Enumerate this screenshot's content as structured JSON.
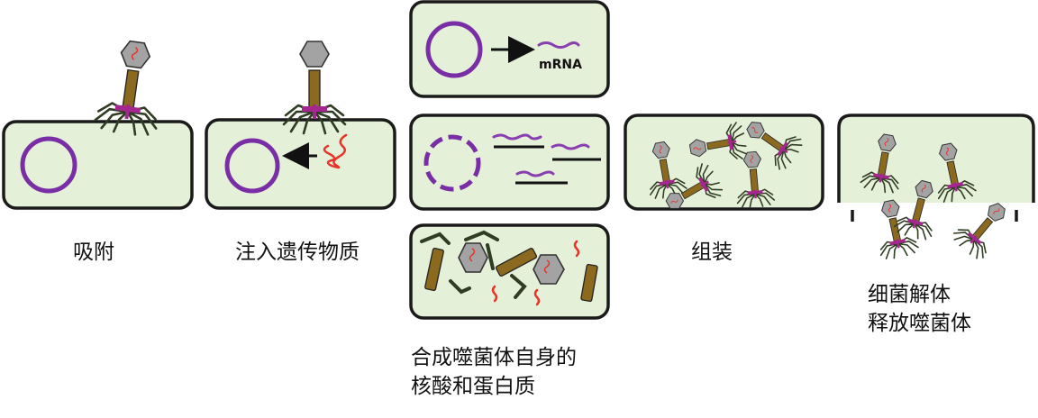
{
  "stages": {
    "adsorption": "吸附",
    "injection": "注入遗传物质",
    "synthesis_line1": "合成噬菌体自身的",
    "synthesis_line2": "核酸和蛋白质",
    "assembly": "组装",
    "lysis_line1": "细菌解体",
    "lysis_line2": "释放噬菌体"
  },
  "labels": {
    "mrna": "mRNA"
  },
  "colors": {
    "cell_fill": "#e5f0d9",
    "cell_stroke": "#1a1a1a",
    "phage_head": "#a3a3a3",
    "phage_tail": "#8b6a1f",
    "tail_fiber": "#2f3d22",
    "base_plate": "#a3278f",
    "dna_red": "#e8332a",
    "ring_purple": "#7a2ea6"
  }
}
